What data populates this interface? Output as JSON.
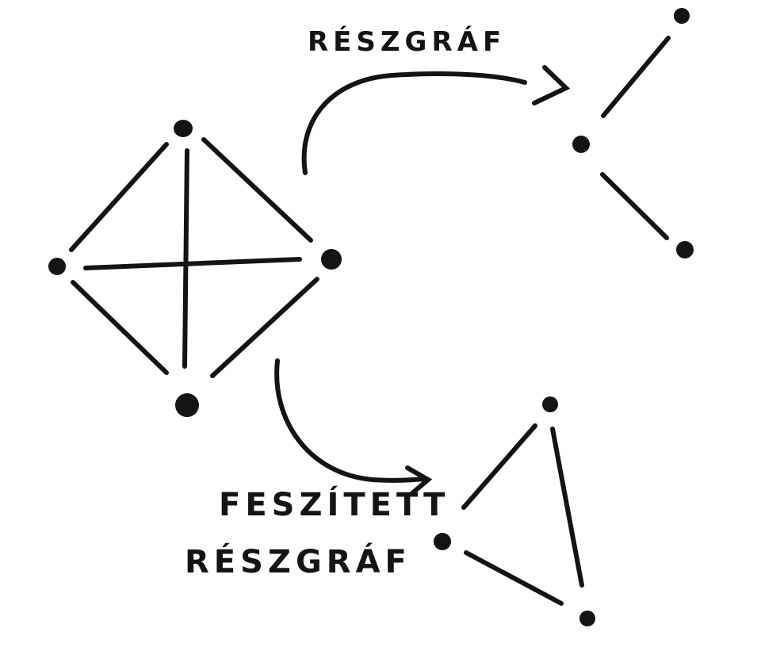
{
  "diagram": {
    "ink_color": "#141414",
    "background_color": "#ffffff",
    "labels": {
      "top_arrow": "RÉSZGRÁF",
      "bottom_arrow_line1": "FESZÍTETT",
      "bottom_arrow_line2": "RÉSZGRÁF"
    },
    "graphs": [
      {
        "id": "complete-graph-k4",
        "vertices": [
          "top",
          "left",
          "right",
          "bottom"
        ],
        "edges": [
          [
            "top",
            "left"
          ],
          [
            "top",
            "right"
          ],
          [
            "top",
            "bottom"
          ],
          [
            "left",
            "right"
          ],
          [
            "left",
            "bottom"
          ],
          [
            "right",
            "bottom"
          ]
        ]
      },
      {
        "id": "subgraph",
        "vertices": [
          "top",
          "center",
          "bottom"
        ],
        "edges": [
          [
            "center",
            "top"
          ],
          [
            "center",
            "bottom"
          ]
        ]
      },
      {
        "id": "spanning-subgraph",
        "vertices": [
          "top",
          "left",
          "bottom"
        ],
        "edges": [
          [
            "top",
            "left"
          ],
          [
            "top",
            "bottom"
          ],
          [
            "left",
            "bottom"
          ]
        ]
      }
    ]
  }
}
